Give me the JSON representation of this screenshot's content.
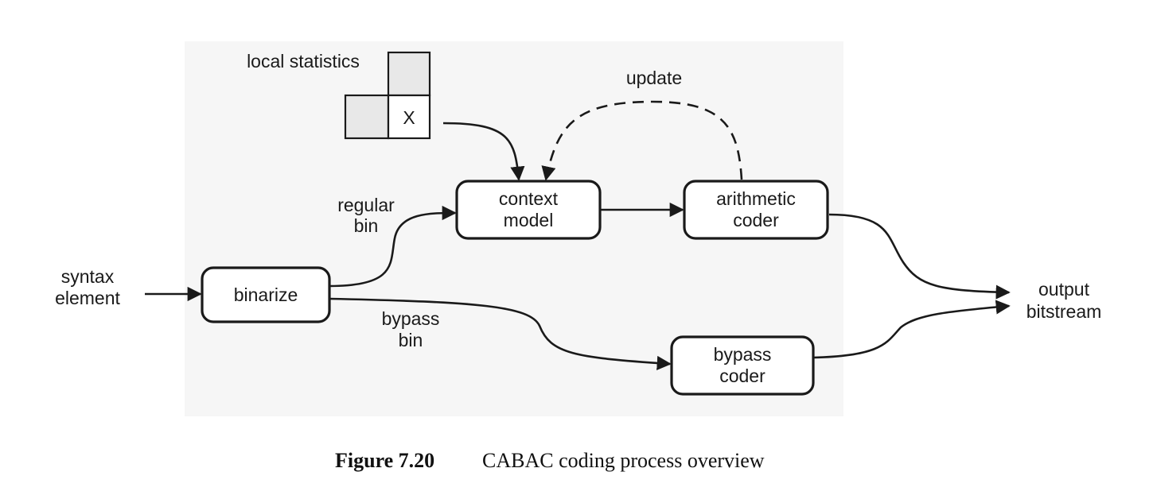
{
  "diagram": {
    "inputs": {
      "syntax_line1": "syntax",
      "syntax_line2": "element"
    },
    "local_statistics": {
      "label": "local statistics",
      "cell_x": "X"
    },
    "update_label": "update",
    "nodes": {
      "binarize": "binarize",
      "context_line1": "context",
      "context_line2": "model",
      "arith_line1": "arithmetic",
      "arith_line2": "coder",
      "bypass_line1": "bypass",
      "bypass_line2": "coder"
    },
    "edge_labels": {
      "regular_line1": "regular",
      "regular_line2": "bin",
      "bypass_line1": "bypass",
      "bypass_line2": "bin"
    },
    "output": {
      "line1": "output",
      "line2": "bitstream"
    }
  },
  "caption": {
    "number": "Figure 7.20",
    "text": "CABAC coding process overview"
  }
}
